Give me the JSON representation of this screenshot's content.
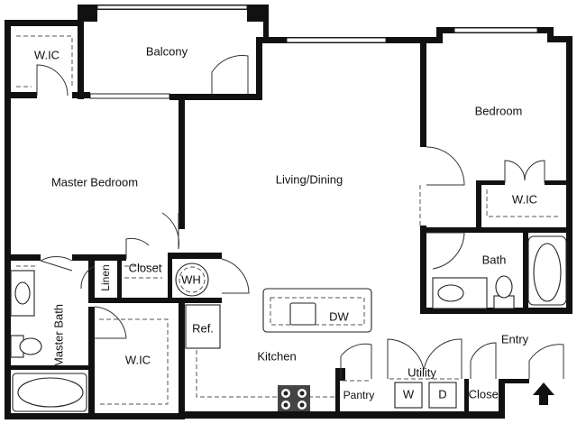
{
  "rooms": {
    "wic_top": "W.IC",
    "balcony": "Balcony",
    "bedroom": "Bedroom",
    "master_bedroom": "Master Bedroom",
    "living_dining": "Living/Dining",
    "wic_bedroom": "W.IC",
    "bath": "Bath",
    "closet": "Closet",
    "linen": "Linen",
    "water_heater": "WH",
    "dishwasher": "DW",
    "master_bath": "Master Bath",
    "wic_master": "W.IC",
    "ref": "Ref.",
    "kitchen": "Kitchen",
    "entry": "Entry",
    "utility": "Utility",
    "washer": "W",
    "dryer": "D",
    "pantry": "Pantry",
    "closet_entry": "Closet"
  }
}
